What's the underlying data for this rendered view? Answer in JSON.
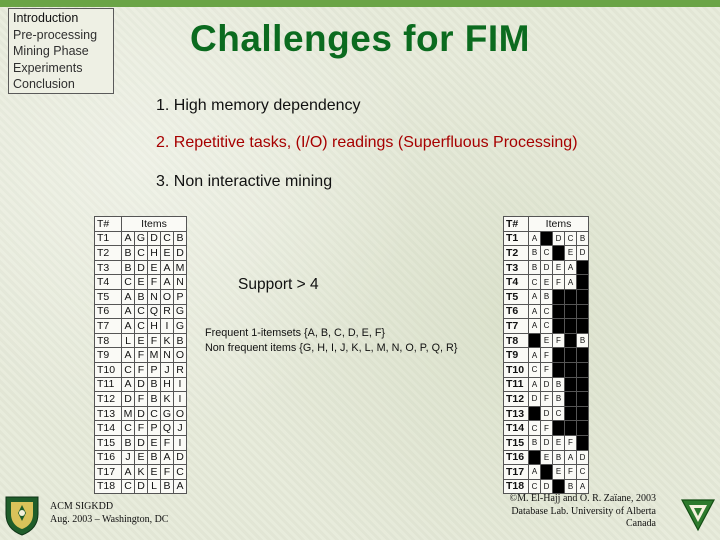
{
  "nav": {
    "items": [
      "Introduction",
      "Pre-processing",
      "Mining Phase",
      "Experiments",
      "Conclusion"
    ],
    "active_index": 0
  },
  "title": "Challenges for FIM",
  "bullets": [
    "1. High memory dependency",
    "2. Repetitive tasks, (I/O) readings (Superfluous Processing)",
    "3. Non interactive mining"
  ],
  "left_table": {
    "headers": [
      "T#",
      "Items"
    ],
    "rows": [
      {
        "tid": "T1",
        "items": [
          "A",
          "G",
          "D",
          "C",
          "B"
        ]
      },
      {
        "tid": "T2",
        "items": [
          "B",
          "C",
          "H",
          "E",
          "D"
        ]
      },
      {
        "tid": "T3",
        "items": [
          "B",
          "D",
          "E",
          "A",
          "M"
        ]
      },
      {
        "tid": "T4",
        "items": [
          "C",
          "E",
          "F",
          "A",
          "N"
        ]
      },
      {
        "tid": "T5",
        "items": [
          "A",
          "B",
          "N",
          "O",
          "P"
        ]
      },
      {
        "tid": "T6",
        "items": [
          "A",
          "C",
          "Q",
          "R",
          "G"
        ]
      },
      {
        "tid": "T7",
        "items": [
          "A",
          "C",
          "H",
          "I",
          "G"
        ]
      },
      {
        "tid": "T8",
        "items": [
          "L",
          "E",
          "F",
          "K",
          "B"
        ]
      },
      {
        "tid": "T9",
        "items": [
          "A",
          "F",
          "M",
          "N",
          "O"
        ]
      },
      {
        "tid": "T10",
        "items": [
          "C",
          "F",
          "P",
          "J",
          "R"
        ]
      },
      {
        "tid": "T11",
        "items": [
          "A",
          "D",
          "B",
          "H",
          "I"
        ]
      },
      {
        "tid": "T12",
        "items": [
          "D",
          "F",
          "B",
          "K",
          "I"
        ]
      },
      {
        "tid": "T13",
        "items": [
          "M",
          "D",
          "C",
          "G",
          "O"
        ]
      },
      {
        "tid": "T14",
        "items": [
          "C",
          "F",
          "P",
          "Q",
          "J"
        ]
      },
      {
        "tid": "T15",
        "items": [
          "B",
          "D",
          "E",
          "F",
          "I"
        ]
      },
      {
        "tid": "T16",
        "items": [
          "J",
          "E",
          "B",
          "A",
          "D"
        ]
      },
      {
        "tid": "T17",
        "items": [
          "A",
          "K",
          "E",
          "F",
          "C"
        ]
      },
      {
        "tid": "T18",
        "items": [
          "C",
          "D",
          "L",
          "B",
          "A"
        ]
      }
    ]
  },
  "right_table": {
    "headers": [
      "T#",
      "Items"
    ],
    "rows": [
      {
        "tid": "T1",
        "cells": [
          "A",
          "",
          "D",
          "C",
          "B"
        ]
      },
      {
        "tid": "T2",
        "cells": [
          "B",
          "C",
          "",
          "E",
          "D"
        ]
      },
      {
        "tid": "T3",
        "cells": [
          "B",
          "D",
          "E",
          "A",
          ""
        ]
      },
      {
        "tid": "T4",
        "cells": [
          "C",
          "E",
          "F",
          "A",
          ""
        ]
      },
      {
        "tid": "T5",
        "cells": [
          "A",
          "B",
          "",
          "",
          ""
        ]
      },
      {
        "tid": "T6",
        "cells": [
          "A",
          "C",
          "",
          "",
          ""
        ]
      },
      {
        "tid": "T7",
        "cells": [
          "A",
          "C",
          "",
          "",
          ""
        ]
      },
      {
        "tid": "T8",
        "cells": [
          "",
          "E",
          "F",
          "",
          "B"
        ]
      },
      {
        "tid": "T9",
        "cells": [
          "A",
          "F",
          "",
          "",
          ""
        ]
      },
      {
        "tid": "T10",
        "cells": [
          "C",
          "F",
          "",
          "",
          ""
        ]
      },
      {
        "tid": "T11",
        "cells": [
          "A",
          "D",
          "B",
          "",
          ""
        ]
      },
      {
        "tid": "T12",
        "cells": [
          "D",
          "F",
          "B",
          "",
          ""
        ]
      },
      {
        "tid": "T13",
        "cells": [
          "",
          "D",
          "C",
          "",
          ""
        ]
      },
      {
        "tid": "T14",
        "cells": [
          "C",
          "F",
          "",
          "",
          ""
        ]
      },
      {
        "tid": "T15",
        "cells": [
          "B",
          "D",
          "E",
          "F",
          ""
        ]
      },
      {
        "tid": "T16",
        "cells": [
          "",
          "E",
          "B",
          "A",
          "D"
        ]
      },
      {
        "tid": "T17",
        "cells": [
          "A",
          "",
          "E",
          "F",
          "C"
        ]
      },
      {
        "tid": "T18",
        "cells": [
          "C",
          "D",
          "",
          "B",
          "A"
        ]
      }
    ]
  },
  "support_text": "Support > 4",
  "frequent_text": "Frequent 1-itemsets {A, B, C, D, E, F}",
  "nonfrequent_text": "Non frequent items {G, H, I, J, K, L, M, N, O, P, Q, R}",
  "footer_left": [
    "ACM SIGKDD",
    "Aug. 2003 – Washington, DC"
  ],
  "footer_right": [
    "©M. El-Hajj and O. R. Zaïane, 2003",
    "Database Lab. University of Alberta",
    "Canada"
  ],
  "colors": {
    "title": "#0b6b1f",
    "accent_bar": "#6aa446",
    "bullet_red": "#a70000"
  }
}
